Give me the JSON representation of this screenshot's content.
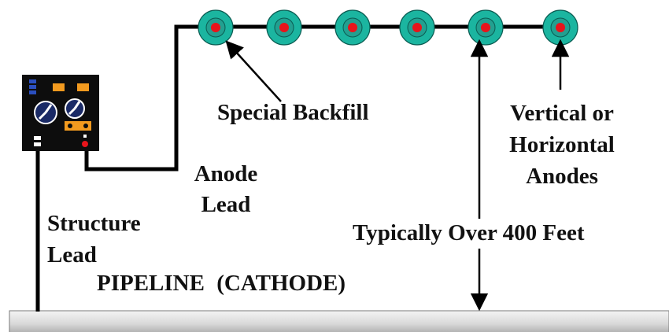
{
  "labels": {
    "special_backfill": "Special Backfill",
    "vertical_or": "Vertical or",
    "horizontal": "Horizontal",
    "anodes": "Anodes",
    "anode": "Anode",
    "anode_lead_word": "Lead",
    "structure": "Structure",
    "structure_lead_word": "Lead",
    "typically_over": "Typically Over 400 Feet",
    "pipeline": "PIPELINE",
    "cathode": "(CATHODE)"
  },
  "colors": {
    "backfill": "#1bb5a0",
    "anode": "#e8141b",
    "rectifier_body": "#0d0d0d",
    "meter_face": "#1a2a66",
    "terminal_orange": "#f29a1f",
    "negative_terminal": "#ffffff",
    "positive_terminal": "#e8141b",
    "wire": "#000000",
    "pipe": "#d9d9d9"
  },
  "icons": {
    "rectifier": "rectifier-icon",
    "meter": "gauge-icon",
    "anode": "anode-icon"
  },
  "anode_count": 6
}
